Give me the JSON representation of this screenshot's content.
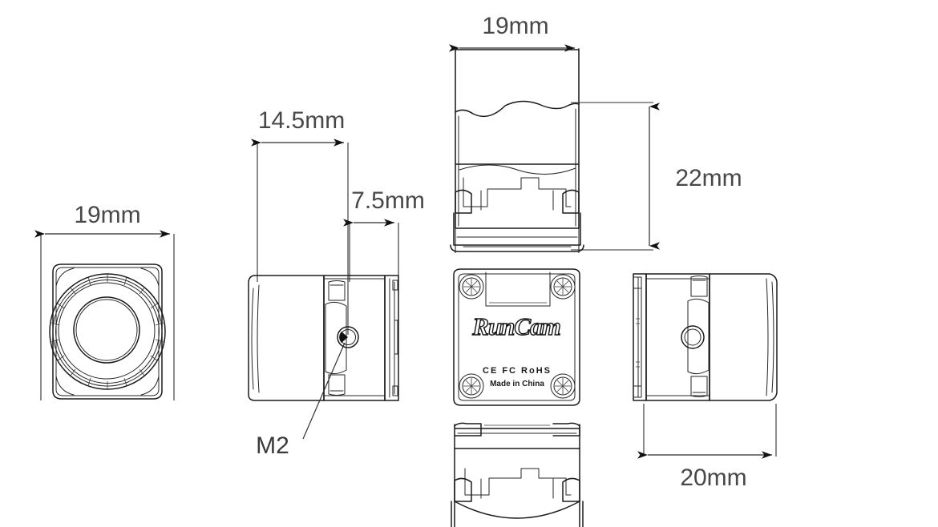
{
  "drawing": {
    "title": "RunCam camera dimensional drawing",
    "background_color": "#ffffff",
    "line_color": "#1b1b1b",
    "dimension_text_color": "#484848",
    "units": "mm"
  },
  "views": {
    "front": {
      "name": "front-view",
      "description": "lens front view"
    },
    "side_left": {
      "name": "left-side-view",
      "description": "side view with M2 mounting screw"
    },
    "top": {
      "name": "top-view",
      "description": "top view"
    },
    "rear": {
      "name": "rear-view",
      "description": "rear view with branding"
    },
    "side_right": {
      "name": "right-side-view",
      "description": "right side view"
    },
    "bottom": {
      "name": "bottom-view",
      "description": "bottom view"
    }
  },
  "dimensions": {
    "front_width": "19mm",
    "side_depth": "14.5mm",
    "side_offset": "7.5mm",
    "top_width": "19mm",
    "top_height": "22mm",
    "right_width": "20mm",
    "screw_callout": "M2"
  },
  "branding": {
    "logo": "RunCam",
    "certifications": "CE FC RoHS",
    "origin": "Made in China"
  }
}
